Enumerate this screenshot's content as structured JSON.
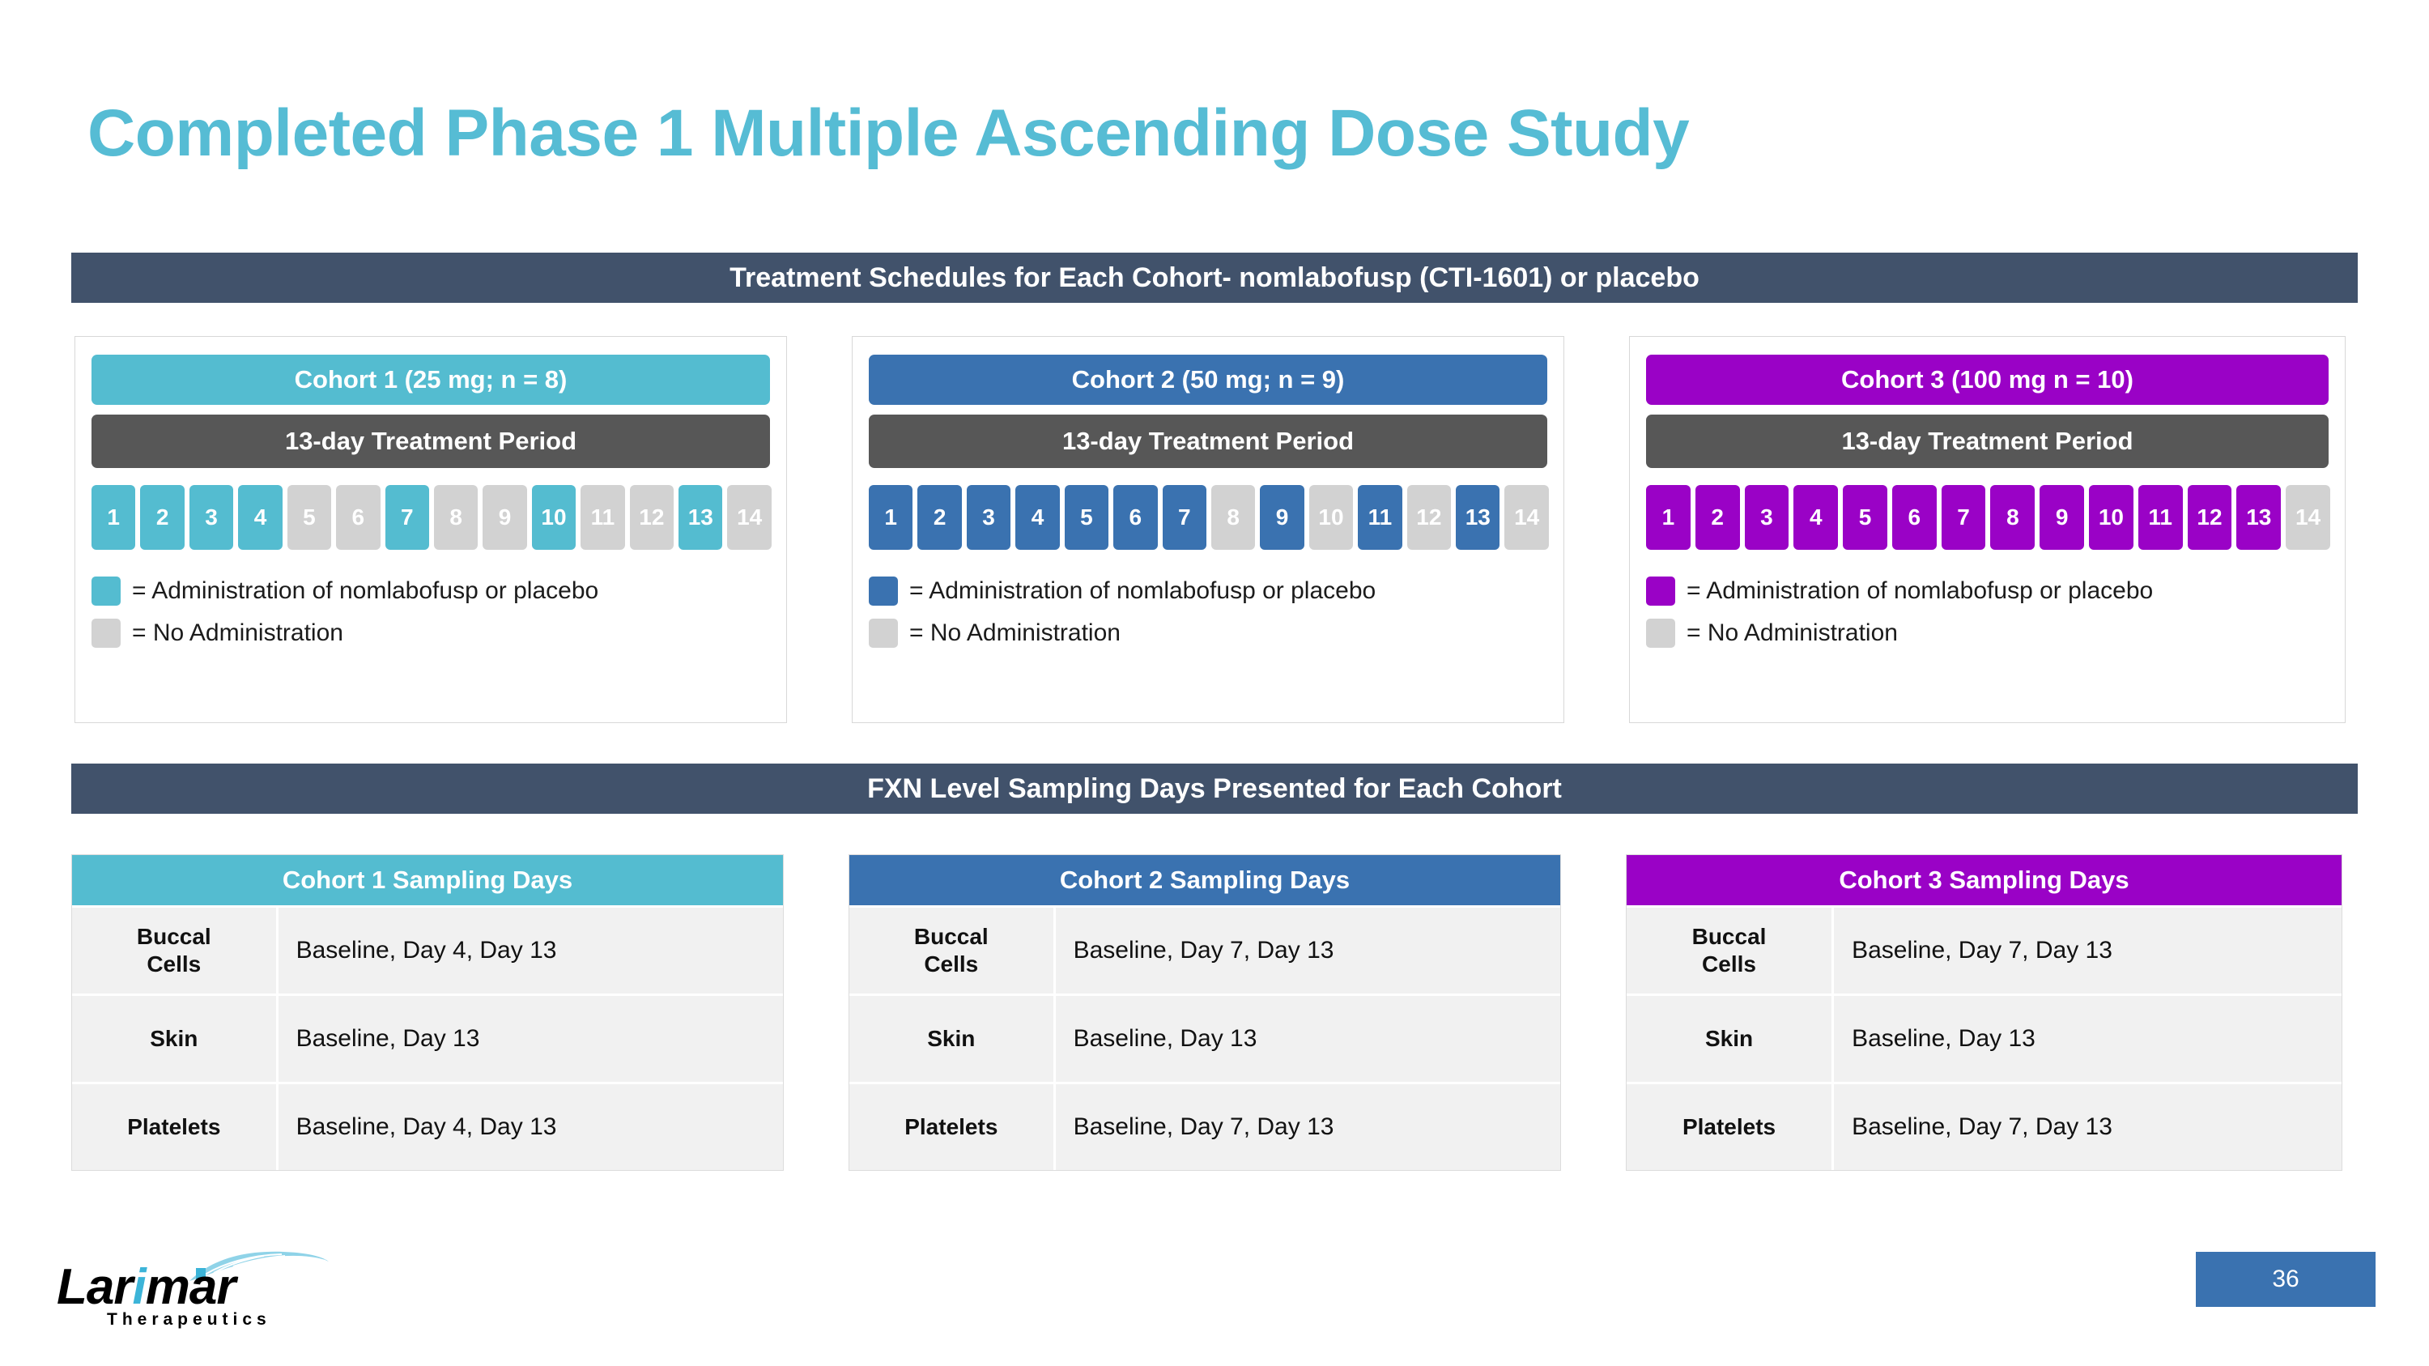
{
  "slide": {
    "title": "Completed Phase 1 Multiple Ascending Dose Study",
    "page_number": "36"
  },
  "colors": {
    "title_teal": "#56bcd4",
    "banner_slate": "#41526b",
    "treatment_bar_gray": "#575757",
    "inactive_gray": "#d2d2d2",
    "cohort1_teal": "#54bcd0",
    "cohort2_blue": "#3a72b0",
    "cohort3_purple": "#9a02c6",
    "table_row_gray": "#f1f1f1",
    "page_badge_blue": "#3a72b0"
  },
  "banners": {
    "treatment": "Treatment Schedules for Each Cohort- nomlabofusp (CTI-1601) or placebo",
    "fxn": "FXN Level Sampling Days Presented for Each Cohort"
  },
  "cohorts": [
    {
      "header": "Cohort 1 (25 mg; n = 8)",
      "treatment_period": "13-day Treatment Period",
      "color": "#54bcd0",
      "days": [
        {
          "label": "1",
          "active": true
        },
        {
          "label": "2",
          "active": true
        },
        {
          "label": "3",
          "active": true
        },
        {
          "label": "4",
          "active": true
        },
        {
          "label": "5",
          "active": false
        },
        {
          "label": "6",
          "active": false
        },
        {
          "label": "7",
          "active": true
        },
        {
          "label": "8",
          "active": false
        },
        {
          "label": "9",
          "active": false
        },
        {
          "label": "10",
          "active": true
        },
        {
          "label": "11",
          "active": false
        },
        {
          "label": "12",
          "active": false
        },
        {
          "label": "13",
          "active": true
        },
        {
          "label": "14",
          "active": false
        }
      ],
      "legend_active": "= Administration of nomlabofusp  or placebo",
      "legend_inactive": "= No Administration"
    },
    {
      "header": "Cohort 2 (50 mg; n = 9)",
      "treatment_period": "13-day Treatment Period",
      "color": "#3a72b0",
      "days": [
        {
          "label": "1",
          "active": true
        },
        {
          "label": "2",
          "active": true
        },
        {
          "label": "3",
          "active": true
        },
        {
          "label": "4",
          "active": true
        },
        {
          "label": "5",
          "active": true
        },
        {
          "label": "6",
          "active": true
        },
        {
          "label": "7",
          "active": true
        },
        {
          "label": "8",
          "active": false
        },
        {
          "label": "9",
          "active": true
        },
        {
          "label": "10",
          "active": false
        },
        {
          "label": "11",
          "active": true
        },
        {
          "label": "12",
          "active": false
        },
        {
          "label": "13",
          "active": true
        },
        {
          "label": "14",
          "active": false
        }
      ],
      "legend_active": "= Administration of nomlabofusp or placebo",
      "legend_inactive": "= No Administration"
    },
    {
      "header": "Cohort 3 (100 mg n = 10)",
      "treatment_period": "13-day Treatment Period",
      "color": "#9a02c6",
      "days": [
        {
          "label": "1",
          "active": true
        },
        {
          "label": "2",
          "active": true
        },
        {
          "label": "3",
          "active": true
        },
        {
          "label": "4",
          "active": true
        },
        {
          "label": "5",
          "active": true
        },
        {
          "label": "6",
          "active": true
        },
        {
          "label": "7",
          "active": true
        },
        {
          "label": "8",
          "active": true
        },
        {
          "label": "9",
          "active": true
        },
        {
          "label": "10",
          "active": true
        },
        {
          "label": "11",
          "active": true
        },
        {
          "label": "12",
          "active": true
        },
        {
          "label": "13",
          "active": true
        },
        {
          "label": "14",
          "active": false
        }
      ],
      "legend_active": "= Administration of nomlabofusp or placebo",
      "legend_inactive": "= No Administration"
    }
  ],
  "sampling_tables": [
    {
      "header": "Cohort 1 Sampling Days",
      "color": "#54bcd0",
      "rows": [
        {
          "label": "Buccal\nCells",
          "value": "Baseline, Day 4, Day 13"
        },
        {
          "label": "Skin",
          "value": "Baseline, Day 13"
        },
        {
          "label": "Platelets",
          "value": "Baseline, Day 4, Day 13"
        }
      ]
    },
    {
      "header": "Cohort 2 Sampling Days",
      "color": "#3a72b0",
      "rows": [
        {
          "label": "Buccal\nCells",
          "value": "Baseline, Day 7, Day 13"
        },
        {
          "label": "Skin",
          "value": "Baseline, Day 13"
        },
        {
          "label": "Platelets",
          "value": "Baseline, Day 7, Day 13"
        }
      ]
    },
    {
      "header": "Cohort 3 Sampling Days",
      "color": "#9a02c6",
      "rows": [
        {
          "label": "Buccal\nCells",
          "value": "Baseline, Day 7, Day 13"
        },
        {
          "label": "Skin",
          "value": "Baseline, Day 13"
        },
        {
          "label": "Platelets",
          "value": "Baseline, Day 7, Day 13"
        }
      ]
    }
  ],
  "logo": {
    "word_part1": "Lar",
    "word_i": "i",
    "word_part2": "mar",
    "subtitle": "Therapeutics"
  }
}
